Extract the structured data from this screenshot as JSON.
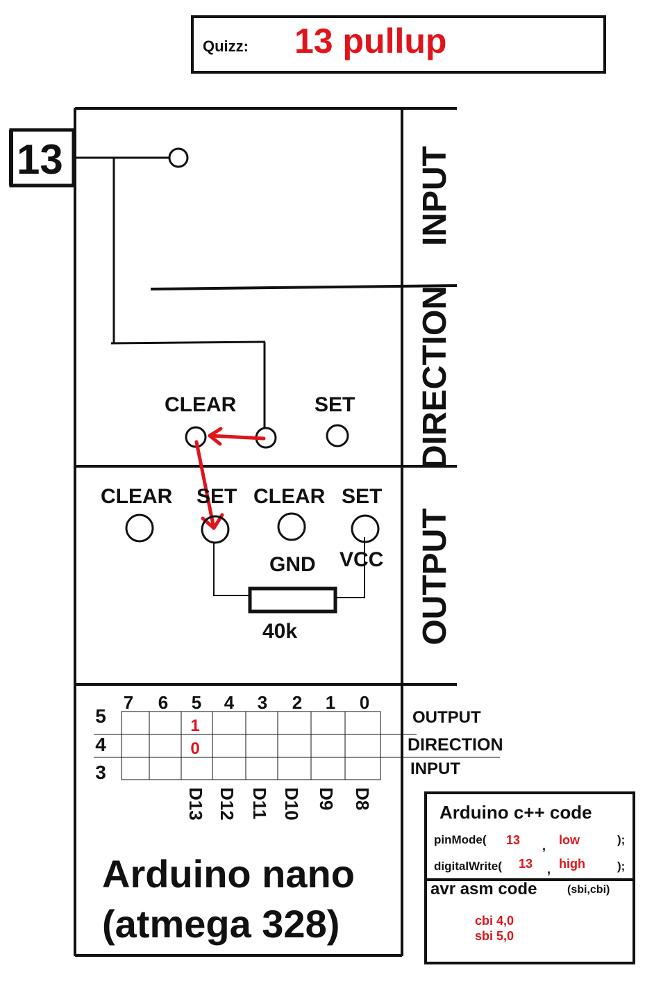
{
  "quiz": {
    "label": "Quizz:",
    "answer": "13 pullup"
  },
  "pin": {
    "number": "13"
  },
  "sections": {
    "input": "INPUT",
    "direction": "DIRECTION",
    "output": "OUTPUT"
  },
  "direction_block": {
    "clear": "CLEAR",
    "set": "SET"
  },
  "output_block": {
    "clear_1": "CLEAR",
    "set_1": "SET",
    "clear_2": "CLEAR",
    "set_2": "SET",
    "gnd": "GND",
    "vcc": "VCC",
    "resistor": "40k"
  },
  "register_table": {
    "bit_headers": [
      "7",
      "6",
      "5",
      "4",
      "3",
      "2",
      "1",
      "0"
    ],
    "row_addresses": [
      "5",
      "4",
      "3"
    ],
    "row_labels": [
      "OUTPUT",
      "DIRECTION",
      "INPUT"
    ],
    "values": {
      "output_bit5": "1",
      "direction_bit5": "0"
    },
    "pin_labels": [
      "D13",
      "D12",
      "D11",
      "D10",
      "D9",
      "D8"
    ]
  },
  "board": {
    "name_line1": "Arduino nano",
    "name_line2": "(atmega 328)"
  },
  "cpp_code": {
    "title": "Arduino c++ code",
    "pinmode_fn": "pinMode(",
    "pinmode_pin": "13",
    "pinmode_value": "low",
    "digitalwrite_fn": "digitalWrite(",
    "digitalwrite_pin": "13",
    "digitalwrite_value": "high",
    "comma": ",",
    "close": ");"
  },
  "asm_code": {
    "title": "avr asm code",
    "hint": "(sbi,cbi)",
    "line1": "cbi 4,0",
    "line2": "sbi 5,0"
  },
  "colors": {
    "accent": "#e0141b",
    "ink": "#111111"
  }
}
